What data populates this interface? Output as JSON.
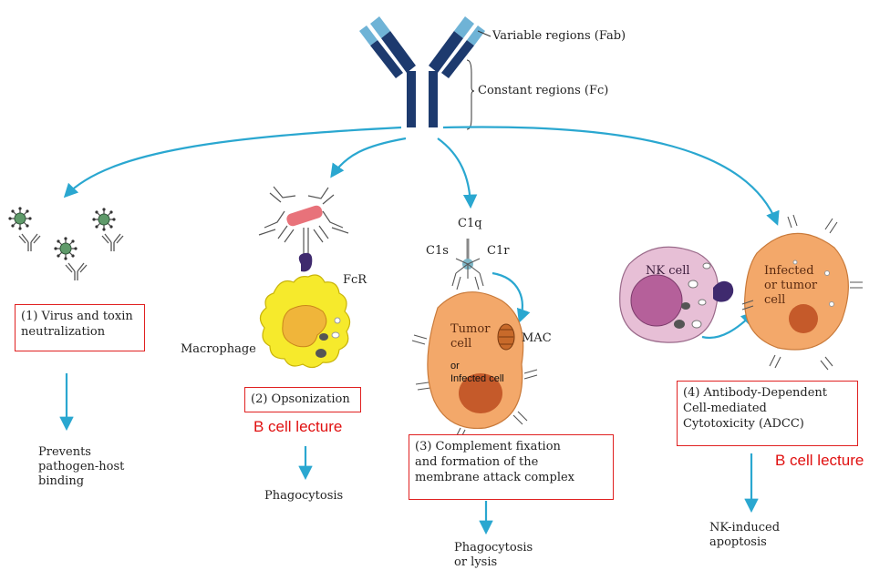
{
  "antibody": {
    "variable_label": "Variable regions (Fab)",
    "constant_label": "Constant regions (Fc)"
  },
  "labels": {
    "fcr": "FcR",
    "macrophage": "Macrophage",
    "c1q": "C1q",
    "c1s": "C1s",
    "c1r": "C1r",
    "mac": "MAC",
    "tumor_cell": "Tumor\ncell",
    "or_infected": "or\nInfected cell",
    "nk_cell": "NK cell",
    "infected_tumor": "Infected\nor tumor\ncell"
  },
  "mechanisms": [
    {
      "box": "(1) Virus and toxin\nneutralization",
      "outcome": "Prevents\npathogen-host\nbinding"
    },
    {
      "box": "(2) Opsonization",
      "outcome": "Phagocytosis",
      "note": "B cell lecture"
    },
    {
      "box": "(3) Complement fixation\nand formation of the\nmembrane attack complex",
      "outcome": "Phagocytosis\nor lysis"
    },
    {
      "box": "(4) Antibody-Dependent\nCell-mediated\nCytotoxicity (ADCC)",
      "outcome": "NK-induced\napoptosis",
      "note": "B cell lecture"
    }
  ],
  "colors": {
    "arrow": "#2aa7d0",
    "antibody_dark": "#1d3a6e",
    "antibody_light": "#6fb3d6",
    "box_border": "#e02020",
    "note": "#e01010",
    "macrophage": "#f6ea2c",
    "tumor_cell": "#f3a86a",
    "nk_cell": "#e7bfd6",
    "virus": "#5f9a6a"
  }
}
